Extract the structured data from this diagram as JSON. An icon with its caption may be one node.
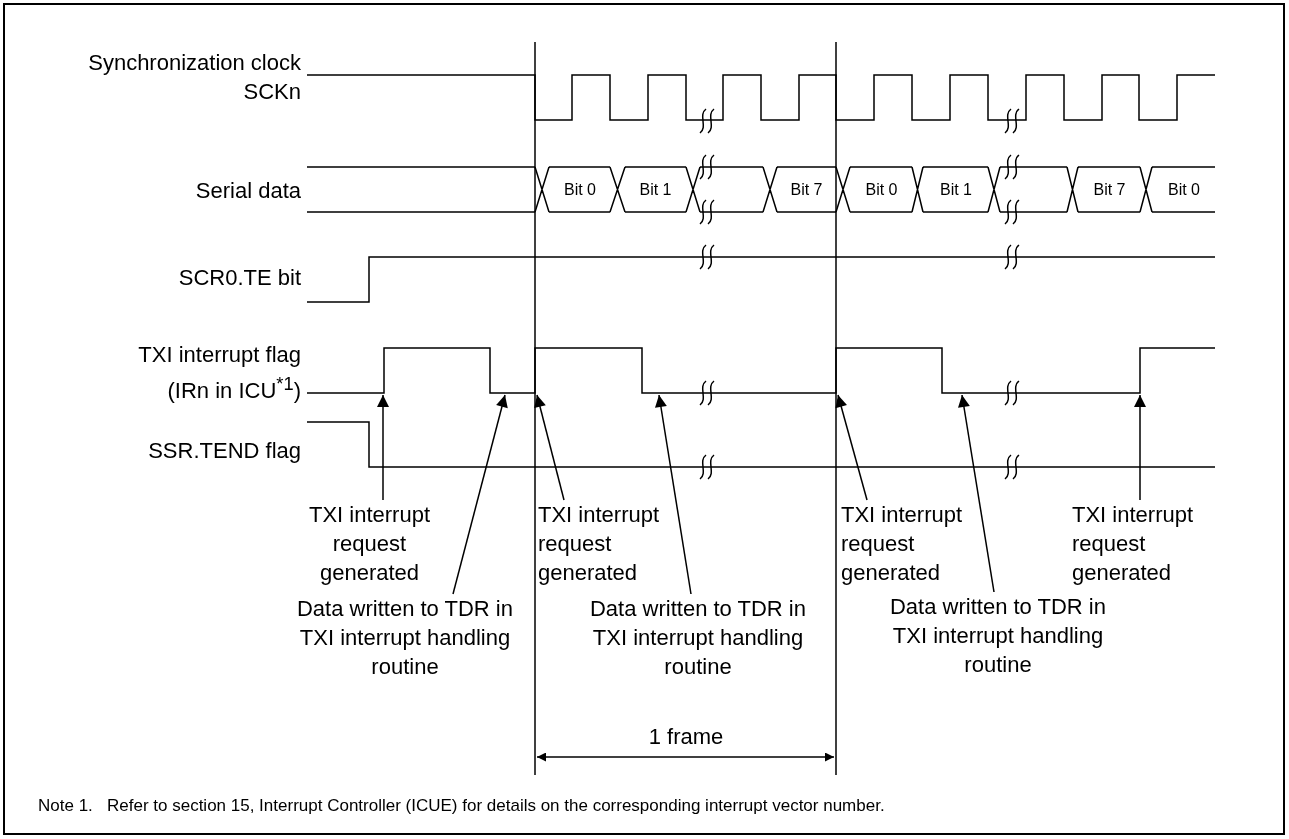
{
  "diagram": {
    "nodes": [
      {
        "text": [],
        "shape": "line",
        "beside": [
          "TXI interrupt flag (IRn in ICU$^{*1}$)"
        ]
      },
      {
        "text": [
          "TXI interrupt request generated"
        ]
      },
      {
        "text": [
          "Data written to TDR in TXI interrupt handling routine"
        ]
      },
      {
        "text": [
          "TXI interrupt request generated"
        ]
      },
      {
        "text": [
          "Data written to TDR in TXI interrupt handling routine"
        ]
      },
      {
        "text": [
          "TXI interrupt request generated"
        ]
      },
      {
        "text": [
          "Data written to TDR in TXI interrupt handling routine"
        ]
      },
      {
        "text": [
          "TXI interrupt request generated"
        ]
      }
    ],
    "edges": [
      {
        "from": 1,
        "to": 0,
        "arrow": "to"
      },
      {
        "from": 2,
        "to": 0,
        "arrow": "to"
      },
      {
        "from": 3,
        "to": 0,
        "arrow": "to"
      },
      {
        "from": 4,
        "to": 0,
        "arrow": "to"
      },
      {
        "from": 5,
        "to": 0,
        "arrow": "to"
      },
      {
        "from": 6,
        "to": 0,
        "arrow": "to"
      },
      {
        "from": 7,
        "to": 0,
        "arrow": "to"
      }
    ],
    "labels": [
      "Synchronization clock SCKn",
      "Serial data",
      "Bit 0",
      "Bit 1",
      "Bit 7",
      "Bit 0",
      "Bit 1",
      "Bit 7",
      "Bit 0",
      "SCR0.TE bit",
      "SSR.TEND flag",
      "1 frame",
      "Note 1.   Refer to section 15, Interrupt Controller (ICUE) for details on the corresponding interrupt vector number."
    ]
  }
}
